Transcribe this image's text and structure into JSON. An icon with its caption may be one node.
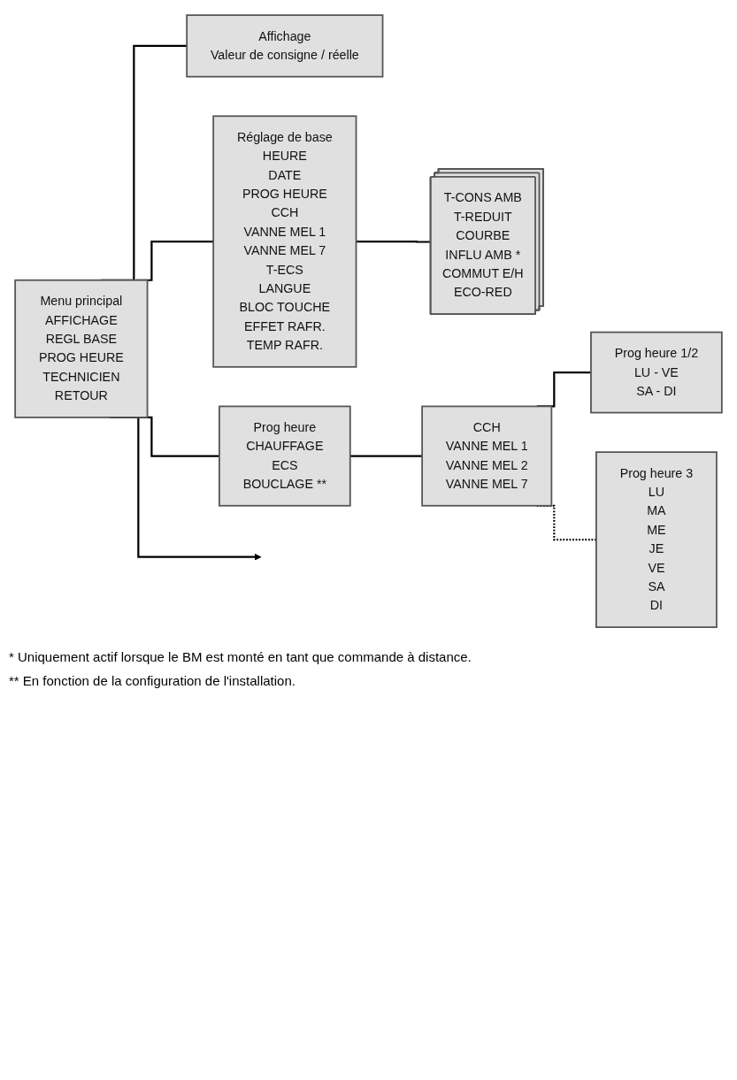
{
  "diagram": {
    "nodes": [
      {
        "text": [
          "Menu principal",
          "AFFICHAGE",
          "REGL BASE",
          "PROG HEURE",
          "TECHNICIEN",
          "RETOUR"
        ]
      },
      {
        "text": [
          "Affichage",
          "Valeur de consigne / réelle"
        ]
      },
      {
        "text": [
          "Réglage de base",
          "HEURE",
          "DATE",
          "PROG HEURE",
          "CCH",
          "VANNE MEL 1",
          "VANNE MEL 7",
          "T-ECS",
          "LANGUE",
          "BLOC TOUCHE",
          "EFFET RAFR.",
          "TEMP RAFR."
        ]
      },
      {
        "text": [
          "T-CONS AMB",
          "T-REDUIT",
          "COURBE",
          "INFLU AMB *",
          "COMMUT E/H",
          "ECO-RED"
        ]
      },
      {
        "text": [
          "Prog heure",
          "CHAUFFAGE",
          "ECS",
          "BOUCLAGE **"
        ]
      },
      {
        "text": [
          "CCH",
          "VANNE MEL 1",
          "VANNE MEL 2",
          "VANNE MEL 7"
        ]
      },
      {
        "text": [
          "Prog heure 1/2",
          "LU - VE",
          "SA - DI"
        ]
      },
      {
        "text": [
          "Prog heure 3",
          "LU",
          "MA",
          "ME",
          "JE",
          "VE",
          "SA",
          "DI"
        ]
      }
    ],
    "edges": [
      {
        "from": 0,
        "to": 1,
        "arrow": "none"
      },
      {
        "from": 0,
        "to": 2,
        "arrow": "none"
      },
      {
        "from": 0,
        "to": 4,
        "arrow": "none"
      },
      {
        "from": 0,
        "to": null,
        "arrow": "to"
      },
      {
        "from": 2,
        "to": 3,
        "arrow": "none"
      },
      {
        "from": 4,
        "to": 5,
        "arrow": "none"
      },
      {
        "from": 5,
        "to": 6,
        "arrow": "none"
      },
      {
        "from": 5,
        "to": 7,
        "arrow": "none",
        "style": "dashed"
      }
    ],
    "labels": [
      "* Uniquement actif lorsque le BM est monté en tant que commande à distance.",
      "** En fonction de la configuration de l'installation."
    ]
  }
}
